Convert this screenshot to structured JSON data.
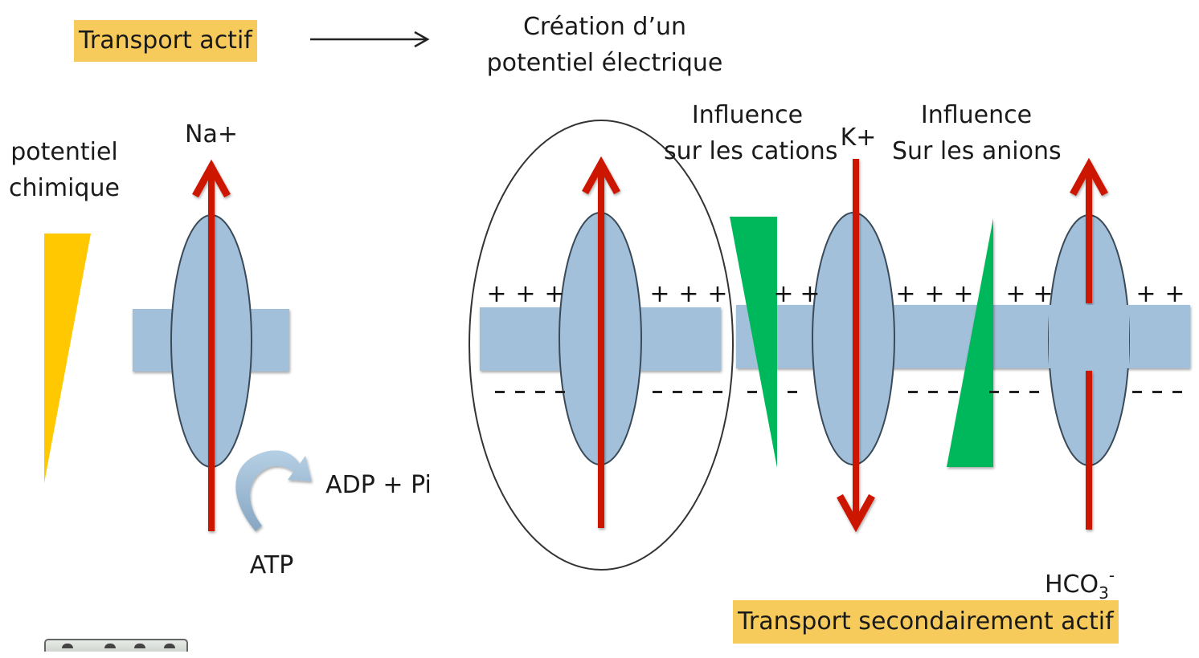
{
  "titles": {
    "active_transport": "Transport actif",
    "secondary_active_transport": "Transport secondairement actif",
    "highlight_color": "#f7cb5b"
  },
  "labels": {
    "chemical_potential_line1": "potentiel",
    "chemical_potential_line2": "chimique",
    "electric_potential_line1": "Création d’un",
    "electric_potential_line2": "potentiel électrique",
    "cation_influence_line1": "Influence",
    "cation_influence_line2": "sur les cations",
    "anion_influence_line1": "Influence",
    "anion_influence_line2": "Sur les anions",
    "sodium": "Na+",
    "potassium": "K+",
    "bicarbonate_base": "HCO",
    "bicarbonate_sub": "3",
    "bicarbonate_sup": "-",
    "adp_pi": "ADP + Pi",
    "atp": "ATP"
  },
  "charges": {
    "positive": "+",
    "negative": "-"
  },
  "colors": {
    "membrane": "#a3c0da",
    "transporter": "#a3c0da",
    "ion_arrow": "#cc1800",
    "chemical_gradient": "#ffc800",
    "electric_gradient": "#00b85c",
    "atp_arrow": "#9ab8d2"
  },
  "icons": {
    "title_arrow": "right-arrow-icon",
    "atp_hydrolysis": "curved-arrow-icon"
  }
}
